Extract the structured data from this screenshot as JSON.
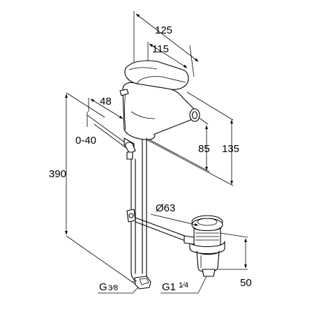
{
  "labels": {
    "w125": "125",
    "w115": "115",
    "w48": "48",
    "range": "0-40",
    "h390": "390",
    "h85": "85",
    "h135": "135",
    "dia": "Ø63",
    "h50": "50",
    "thread1": "G",
    "thread1_frac": "3⁄8",
    "thread2": "G1",
    "thread2_frac": "1⁄4"
  }
}
